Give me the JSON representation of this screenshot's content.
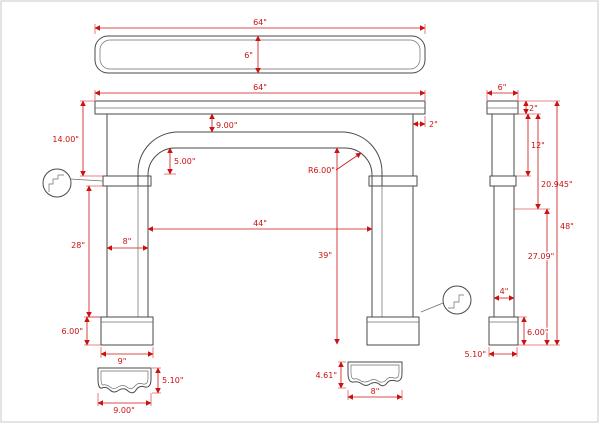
{
  "colors": {
    "geometry": "#4a4a4a",
    "dimension": "#cc1111",
    "background": "#ffffff"
  },
  "top_view": {
    "width": "64\"",
    "depth": "6\""
  },
  "front": {
    "shelf_width": "64\"",
    "overhang": "2\"",
    "header_height": "14.00\"",
    "arch_drop": "9.00\"",
    "band_width": "5.00\"",
    "radius": "R6.00\"",
    "opening_width": "44\"",
    "opening_height": "39\"",
    "leg_height": "28\"",
    "leg_width": "8\"",
    "plinth_height": "6.00\"",
    "plinth_width": "9\""
  },
  "side": {
    "depth": "6\"",
    "shelf_thickness": "2\"",
    "frieze_height": "12\"",
    "upper_height": "20.945\"",
    "total_height": "48\"",
    "lower_height": "27.09\"",
    "leg_depth": "4\"",
    "plinth_height": "6.00\"",
    "plinth_depth": "5.10\""
  },
  "plinth_detail_left": {
    "depth": "5.10\"",
    "width": "9.00\""
  },
  "plinth_detail_right": {
    "height": "4.61\"",
    "width": "8\""
  }
}
